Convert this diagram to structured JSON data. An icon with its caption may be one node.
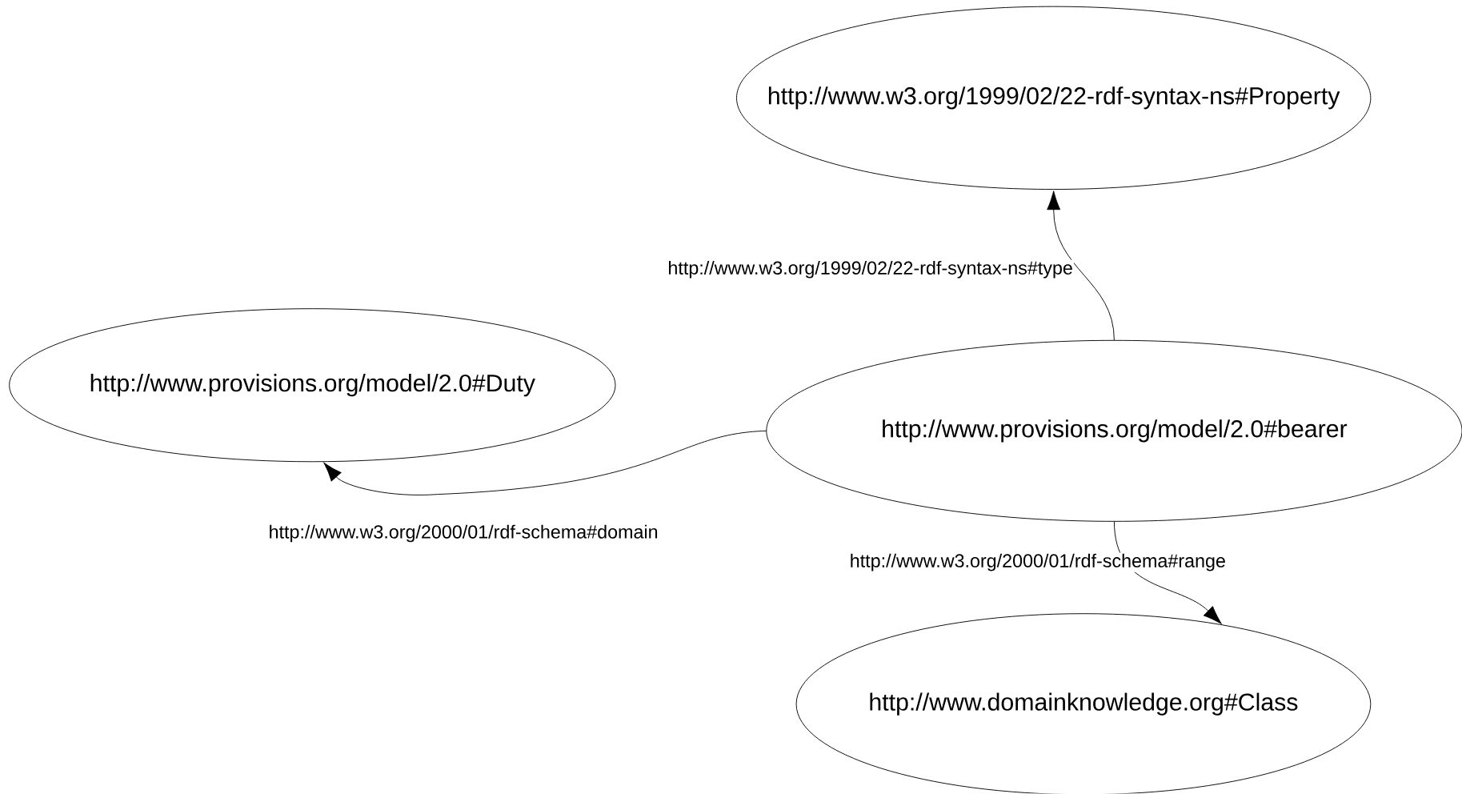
{
  "diagram": {
    "nodes": [
      {
        "text": [
          "http://www.w3.org/1999/02/22-rdf-syntax-ns#Property"
        ]
      },
      {
        "text": [
          "http://www.provisions.org/model/2.0#Duty"
        ]
      },
      {
        "text": [
          "http://www.provisions.org/model/2.0#bearer"
        ]
      },
      {
        "text": [
          "http://www.domainknowledge.org#Class"
        ]
      }
    ],
    "edges": [
      {
        "from": 2,
        "to": 0,
        "arrow": "to",
        "label": "http://www.w3.org/1999/02/22-rdf-syntax-ns#type"
      },
      {
        "from": 2,
        "to": 1,
        "arrow": "to",
        "label": "http://www.w3.org/2000/01/rdf-schema#domain"
      },
      {
        "from": 2,
        "to": 3,
        "arrow": "to",
        "label": "http://www.w3.org/2000/01/rdf-schema#range"
      }
    ]
  }
}
